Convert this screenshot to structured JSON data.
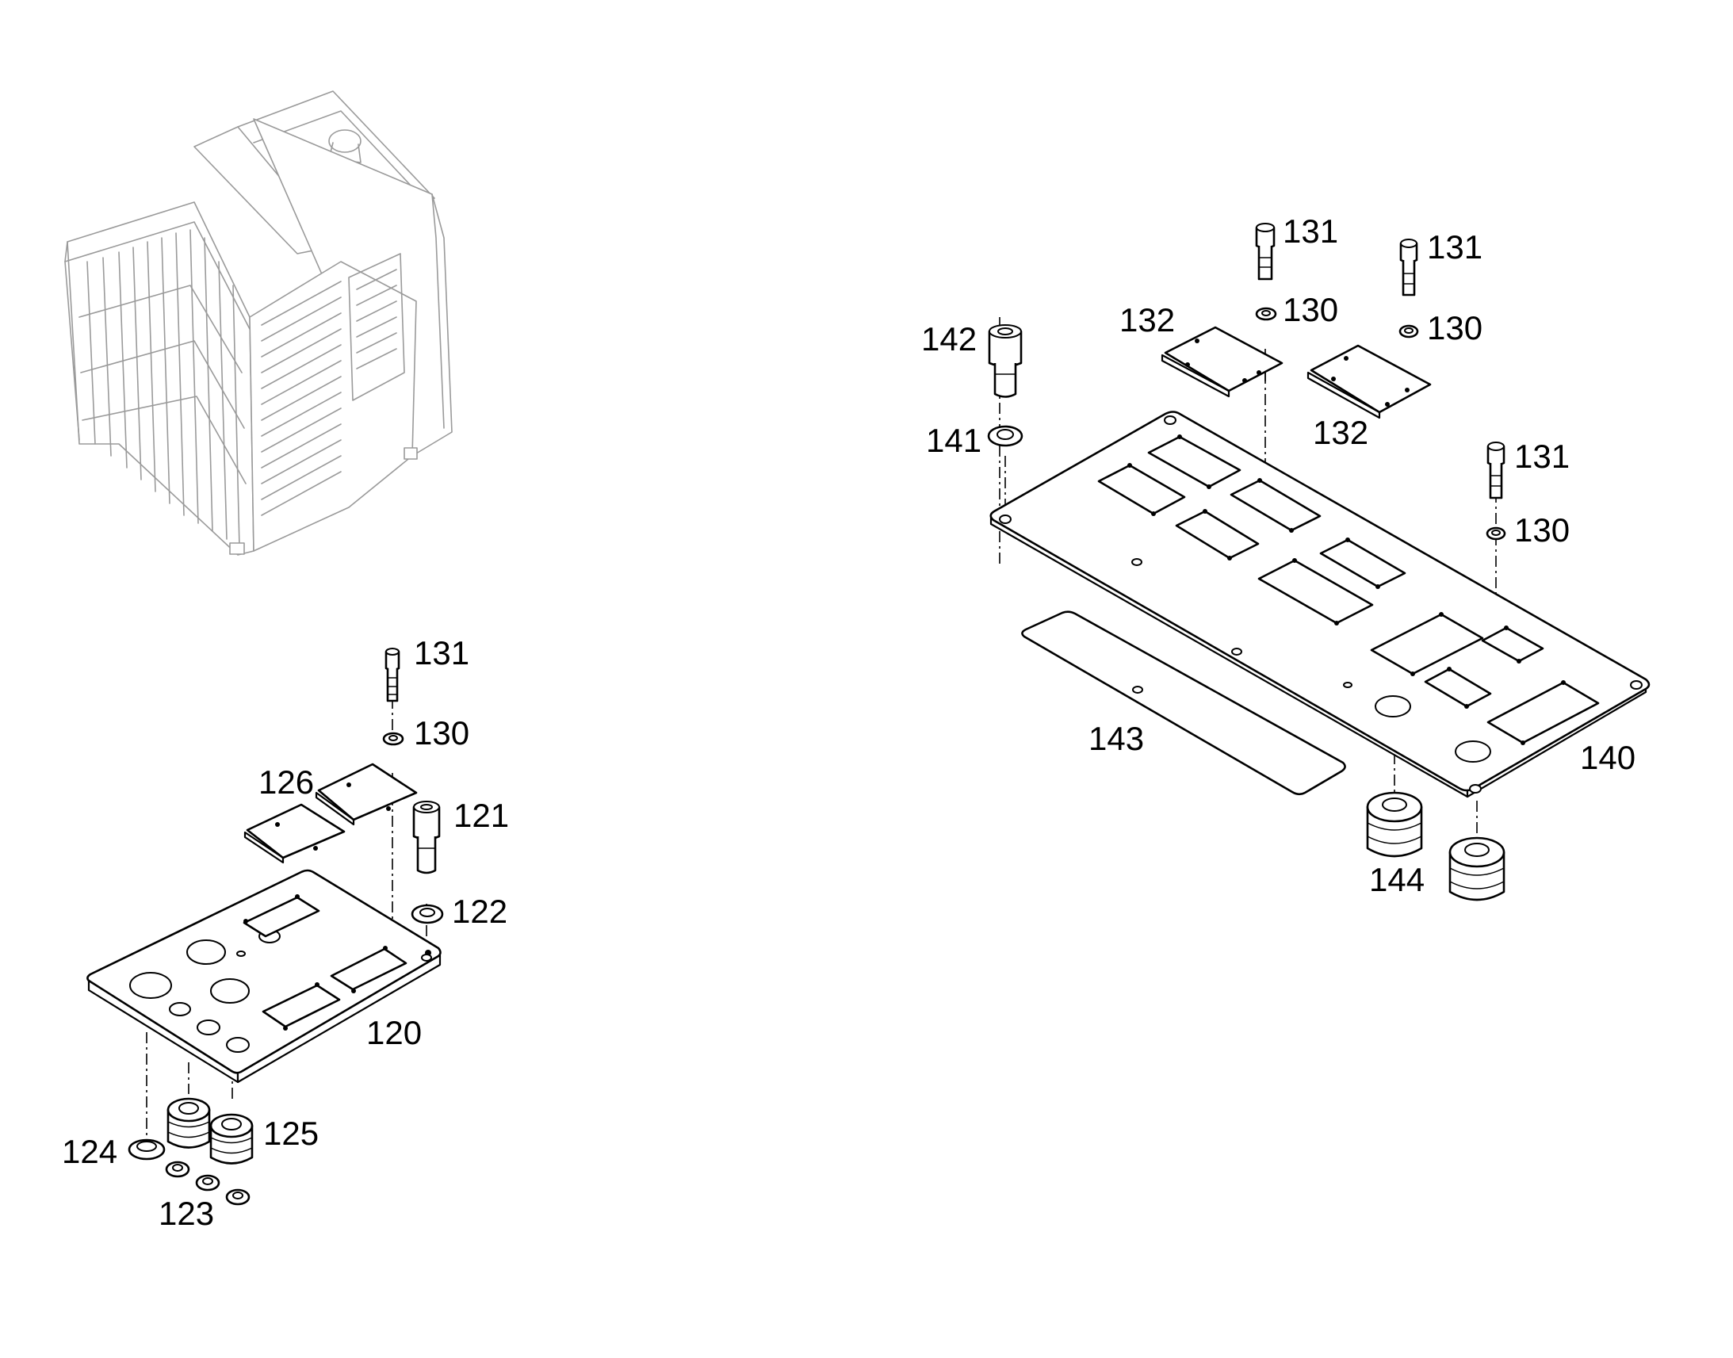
{
  "diagram": {
    "callouts": {
      "c120": "120",
      "c121": "121",
      "c122": "122",
      "c123": "123",
      "c124": "124",
      "c125": "125",
      "c126": "126",
      "c130a": "130",
      "c131a": "131",
      "c130b": "130",
      "c131b": "131",
      "c130c": "130",
      "c131c": "131",
      "c130d": "130",
      "c131d": "131",
      "c132a": "132",
      "c132b": "132",
      "c140": "140",
      "c141": "141",
      "c142": "142",
      "c143": "143",
      "c144": "144"
    }
  },
  "colors": {
    "ink": "#000000",
    "context_sketch": "#9a9a9a",
    "background": "#ffffff"
  }
}
